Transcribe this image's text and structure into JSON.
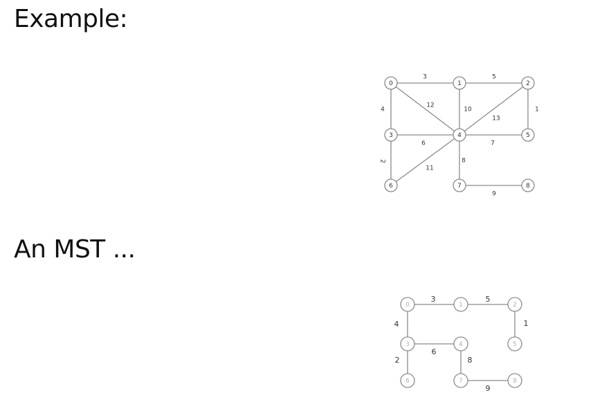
{
  "headings": {
    "example": "Example:",
    "mst": "An MST ..."
  },
  "example_graph": {
    "node_labels": [
      "0",
      "1",
      "2",
      "3",
      "4",
      "5",
      "6",
      "7",
      "8"
    ],
    "edges": [
      {
        "from": 0,
        "to": 1,
        "weight": "3"
      },
      {
        "from": 1,
        "to": 2,
        "weight": "5"
      },
      {
        "from": 0,
        "to": 3,
        "weight": "4"
      },
      {
        "from": 0,
        "to": 4,
        "weight": "12"
      },
      {
        "from": 1,
        "to": 4,
        "weight": "10"
      },
      {
        "from": 2,
        "to": 4,
        "weight": "13"
      },
      {
        "from": 2,
        "to": 5,
        "weight": "1"
      },
      {
        "from": 3,
        "to": 4,
        "weight": "6"
      },
      {
        "from": 4,
        "to": 5,
        "weight": "7"
      },
      {
        "from": 3,
        "to": 6,
        "weight": "2"
      },
      {
        "from": 4,
        "to": 6,
        "weight": "11"
      },
      {
        "from": 4,
        "to": 7,
        "weight": "8"
      },
      {
        "from": 7,
        "to": 8,
        "weight": "9"
      }
    ]
  },
  "mst_graph": {
    "node_labels": [
      "0",
      "1",
      "2",
      "3",
      "4",
      "5",
      "6",
      "7",
      "8"
    ],
    "edges": [
      {
        "from": 0,
        "to": 1,
        "weight": "3"
      },
      {
        "from": 1,
        "to": 2,
        "weight": "5"
      },
      {
        "from": 0,
        "to": 3,
        "weight": "4"
      },
      {
        "from": 2,
        "to": 5,
        "weight": "1"
      },
      {
        "from": 3,
        "to": 4,
        "weight": "6"
      },
      {
        "from": 3,
        "to": 6,
        "weight": "2"
      },
      {
        "from": 4,
        "to": 7,
        "weight": "8"
      },
      {
        "from": 7,
        "to": 8,
        "weight": "9"
      }
    ]
  },
  "colors": {
    "line": "#8a8a8a",
    "text": "#333333",
    "mst_node_text": "#b0b0b0"
  }
}
